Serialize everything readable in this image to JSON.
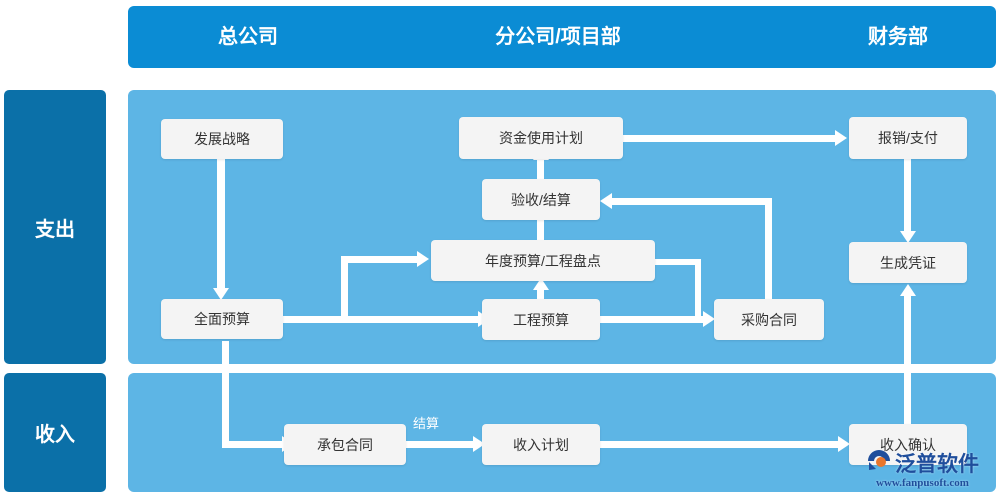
{
  "header": {
    "columns": [
      {
        "label": "总公司"
      },
      {
        "label": "分公司/项目部"
      },
      {
        "label": "财务部"
      }
    ]
  },
  "categories": [
    {
      "label": "支出"
    },
    {
      "label": "收入"
    }
  ],
  "nodes": {
    "strategy": "发展战略",
    "overall_budget": "全面预算",
    "fund_use_plan": "资金使用计划",
    "acceptance_settlement": "验收/结算",
    "annual_budget": "年度预算/工程盘点",
    "project_budget": "工程预算",
    "purchase_contract": "采购合同",
    "reimburse_pay": "报销/支付",
    "generate_voucher": "生成凭证",
    "contracting_contract": "承包合同",
    "income_plan": "收入计划",
    "income_confirm": "收入确认"
  },
  "edge_labels": {
    "settlement": "结算"
  },
  "watermark": {
    "brand": "泛普软件",
    "url": "www.fanpusoft.com"
  },
  "colors": {
    "header_blue": "#0b8cd4",
    "tab_blue": "#0b70a8",
    "panel_blue": "#5db5e5",
    "node_gray": "#f4f4f4",
    "connector_white": "#ffffff",
    "watermark_blue": "#1f4e9c",
    "watermark_orange": "#e8762c"
  }
}
